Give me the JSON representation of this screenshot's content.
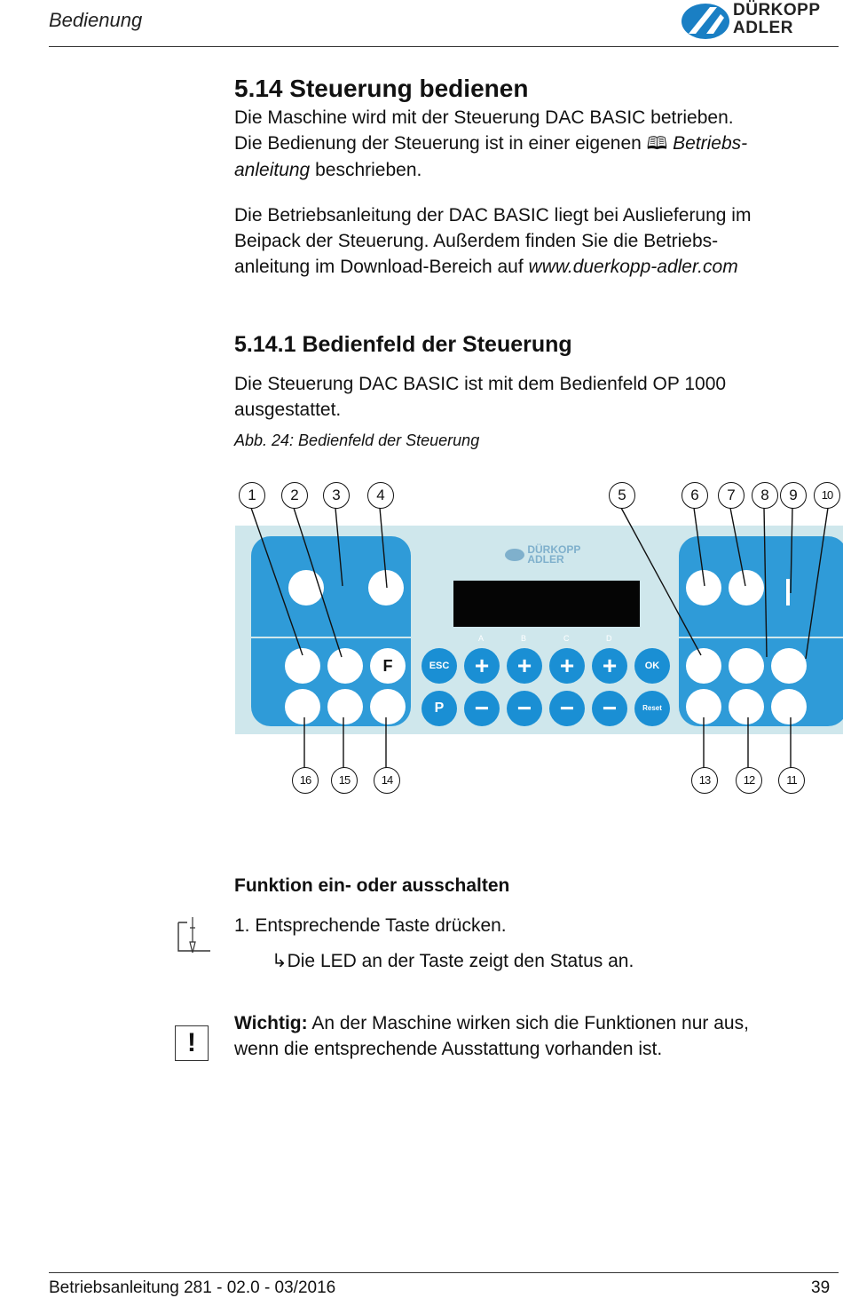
{
  "header": {
    "title": "Bedienung",
    "logo_line1": "DÜRKOPP",
    "logo_line2": "ADLER"
  },
  "section": {
    "heading": "5.14 Steuerung bedienen",
    "para1_a": "Die Maschine wird mit der Steuerung DAC BASIC betrieben.",
    "para1_b": "Die Bedienung der Steuerung ist in einer eigenen",
    "para1_book": "❒",
    "para1_c": "Betriebs-",
    "para1_d": "anleitung",
    "para1_e": " beschrieben.",
    "para2_a": "Die Betriebsanleitung der DAC BASIC  liegt bei Auslieferung im",
    "para2_b": "Beipack der Steuerung. Außerdem finden Sie die Betriebs-",
    "para2_c": "anleitung im Download-Bereich auf ",
    "para2_link": "www.duerkopp-adler.com"
  },
  "subsection": {
    "heading": "5.14.1  Bedienfeld der Steuerung",
    "para_a": "Die Steuerung DAC BASIC ist mit dem Bedienfeld OP 1000",
    "para_b": "ausgestattet.",
    "caption": "Abb. 24: Bedienfeld der Steuerung"
  },
  "figure": {
    "callouts_top": [
      "1",
      "2",
      "3",
      "4",
      "5",
      "6",
      "7",
      "8",
      "9",
      "10"
    ],
    "callouts_bottom": [
      "16",
      "15",
      "14",
      "13",
      "12",
      "11"
    ],
    "panel_logo": "DÜRKOPP ADLER",
    "keys": {
      "esc": "ESC",
      "ok": "OK",
      "p": "P",
      "f": "F",
      "plus": "+",
      "minus": "−",
      "col_a": "A",
      "col_b": "B",
      "col_c": "C",
      "col_d": "D",
      "reset": "Reset"
    }
  },
  "instruction": {
    "heading": "Funktion ein- oder ausschalten",
    "step1": "1.   Entsprechende Taste drücken.",
    "result": "↳Die LED an der Taste zeigt den Status an.",
    "warning_label": "Wichtig:",
    "warning_a": " An der Maschine wirken sich die Funktionen nur aus,",
    "warning_b": "wenn die entsprechende Ausstattung vorhanden ist.",
    "warning_icon": "!"
  },
  "footer": {
    "left": "Betriebsanleitung 281 - 02.0 - 03/2016",
    "page": "39"
  }
}
